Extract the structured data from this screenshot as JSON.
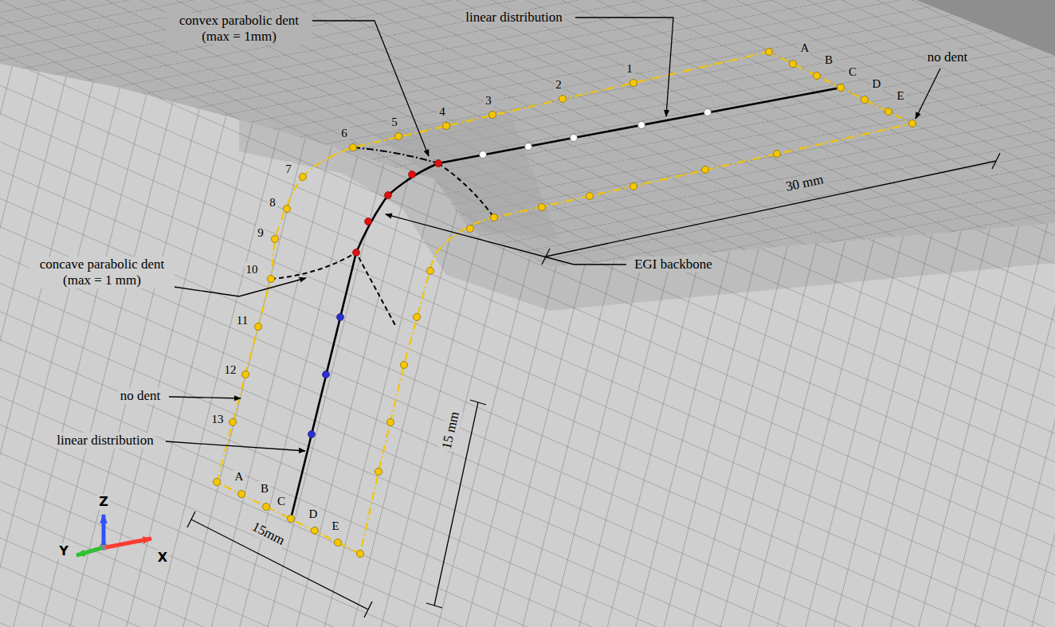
{
  "diagram": {
    "labels": [
      "linear distribution",
      "convex parabolic dent (max = 1mm)",
      "concave parabolic dent (max = 1 mm)",
      "no dent",
      "no dent",
      "EGI backbone",
      "linear distribution",
      "30 mm",
      "15 mm",
      "15mm",
      "1",
      "2",
      "3",
      "4",
      "5",
      "6",
      "7",
      "8",
      "9",
      "10",
      "11",
      "12",
      "13",
      "A",
      "B",
      "C",
      "D",
      "E",
      "A",
      "B",
      "C",
      "D",
      "E",
      "Z",
      "Y",
      "X"
    ]
  }
}
